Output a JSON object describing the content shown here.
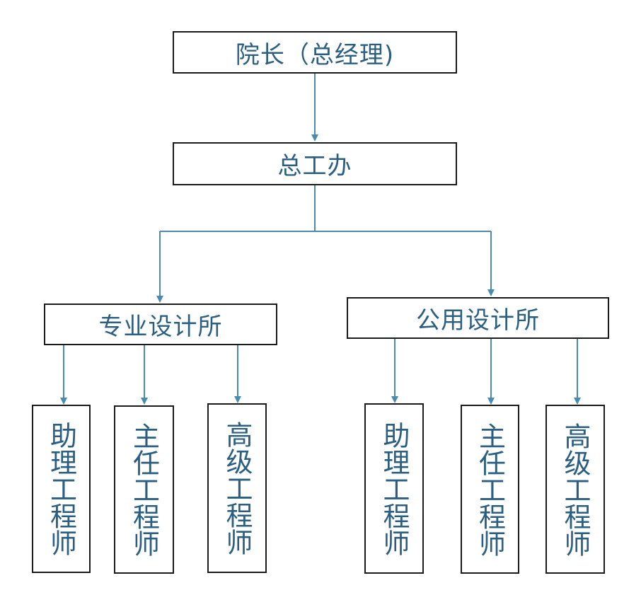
{
  "diagram": {
    "colors": {
      "line": "#4a8bb0",
      "text": "#2b5f82",
      "border": "#1a1a1a"
    },
    "president": "院长（总经理)",
    "office": "总工办",
    "dept_left": "专业设计所",
    "dept_right": "公用设计所",
    "left_roles": [
      "助理工程师",
      "主任工程师",
      "高级工程师"
    ],
    "right_roles": [
      "助理工程师",
      "主任工程师",
      "高级工程师"
    ]
  }
}
